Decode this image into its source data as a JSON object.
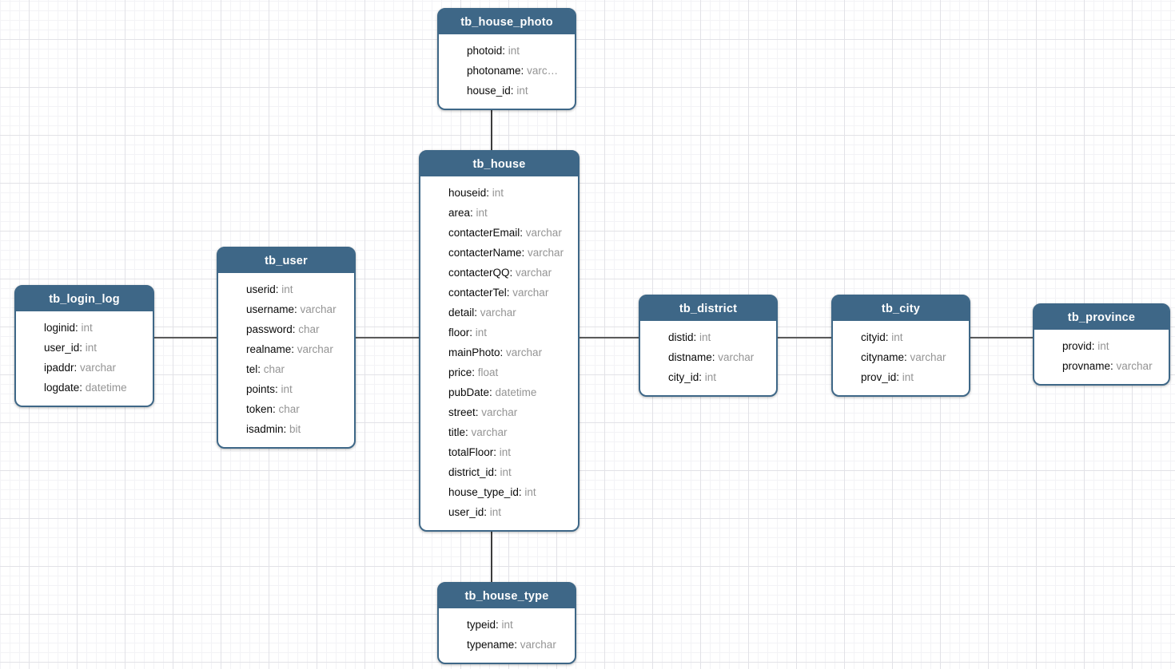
{
  "colors": {
    "table_header_blue": "#3e6787",
    "connector_gray": "#5a5a5a",
    "field_type_gray": "#949494"
  },
  "tables": {
    "login_log": {
      "title": "tb_login_log",
      "fields": [
        {
          "name": "loginid",
          "type": "int"
        },
        {
          "name": "user_id",
          "type": "int"
        },
        {
          "name": "ipaddr",
          "type": "varchar"
        },
        {
          "name": "logdate",
          "type": "datetime"
        }
      ]
    },
    "user": {
      "title": "tb_user",
      "fields": [
        {
          "name": "userid",
          "type": "int"
        },
        {
          "name": "username",
          "type": "varchar"
        },
        {
          "name": "password",
          "type": "char"
        },
        {
          "name": "realname",
          "type": "varchar"
        },
        {
          "name": "tel",
          "type": "char"
        },
        {
          "name": "points",
          "type": "int"
        },
        {
          "name": "token",
          "type": "char"
        },
        {
          "name": "isadmin",
          "type": "bit"
        }
      ]
    },
    "house": {
      "title": "tb_house",
      "fields": [
        {
          "name": "houseid",
          "type": "int"
        },
        {
          "name": "area",
          "type": "int"
        },
        {
          "name": "contacterEmail",
          "type": "varchar"
        },
        {
          "name": "contacterName",
          "type": "varchar"
        },
        {
          "name": "contacterQQ",
          "type": "varchar"
        },
        {
          "name": "contacterTel",
          "type": "varchar"
        },
        {
          "name": "detail",
          "type": "varchar"
        },
        {
          "name": "floor",
          "type": "int"
        },
        {
          "name": "mainPhoto",
          "type": "varchar"
        },
        {
          "name": "price",
          "type": "float"
        },
        {
          "name": "pubDate",
          "type": "datetime"
        },
        {
          "name": "street",
          "type": "varchar"
        },
        {
          "name": "title",
          "type": "varchar"
        },
        {
          "name": "totalFloor",
          "type": "int"
        },
        {
          "name": "district_id",
          "type": "int"
        },
        {
          "name": "house_type_id",
          "type": "int"
        },
        {
          "name": "user_id",
          "type": "int"
        }
      ]
    },
    "house_photo": {
      "title": "tb_house_photo",
      "fields": [
        {
          "name": "photoid",
          "type": "int"
        },
        {
          "name": "photoname",
          "type": "varc…"
        },
        {
          "name": "house_id",
          "type": "int"
        }
      ]
    },
    "house_type": {
      "title": "tb_house_type",
      "fields": [
        {
          "name": "typeid",
          "type": "int"
        },
        {
          "name": "typename",
          "type": "varchar"
        }
      ]
    },
    "district": {
      "title": "tb_district",
      "fields": [
        {
          "name": "distid",
          "type": "int"
        },
        {
          "name": "distname",
          "type": "varchar"
        },
        {
          "name": "city_id",
          "type": "int"
        }
      ]
    },
    "city": {
      "title": "tb_city",
      "fields": [
        {
          "name": "cityid",
          "type": "int"
        },
        {
          "name": "cityname",
          "type": "varchar"
        },
        {
          "name": "prov_id",
          "type": "int"
        }
      ]
    },
    "province": {
      "title": "tb_province",
      "fields": [
        {
          "name": "provid",
          "type": "int"
        },
        {
          "name": "provname",
          "type": "varchar"
        }
      ]
    }
  },
  "relationships": [
    {
      "from": "tb_house_photo",
      "to": "tb_house"
    },
    {
      "from": "tb_house",
      "to": "tb_house_type"
    },
    {
      "from": "tb_login_log",
      "to": "tb_user"
    },
    {
      "from": "tb_user",
      "to": "tb_house"
    },
    {
      "from": "tb_house",
      "to": "tb_district"
    },
    {
      "from": "tb_district",
      "to": "tb_city"
    },
    {
      "from": "tb_city",
      "to": "tb_province"
    }
  ]
}
